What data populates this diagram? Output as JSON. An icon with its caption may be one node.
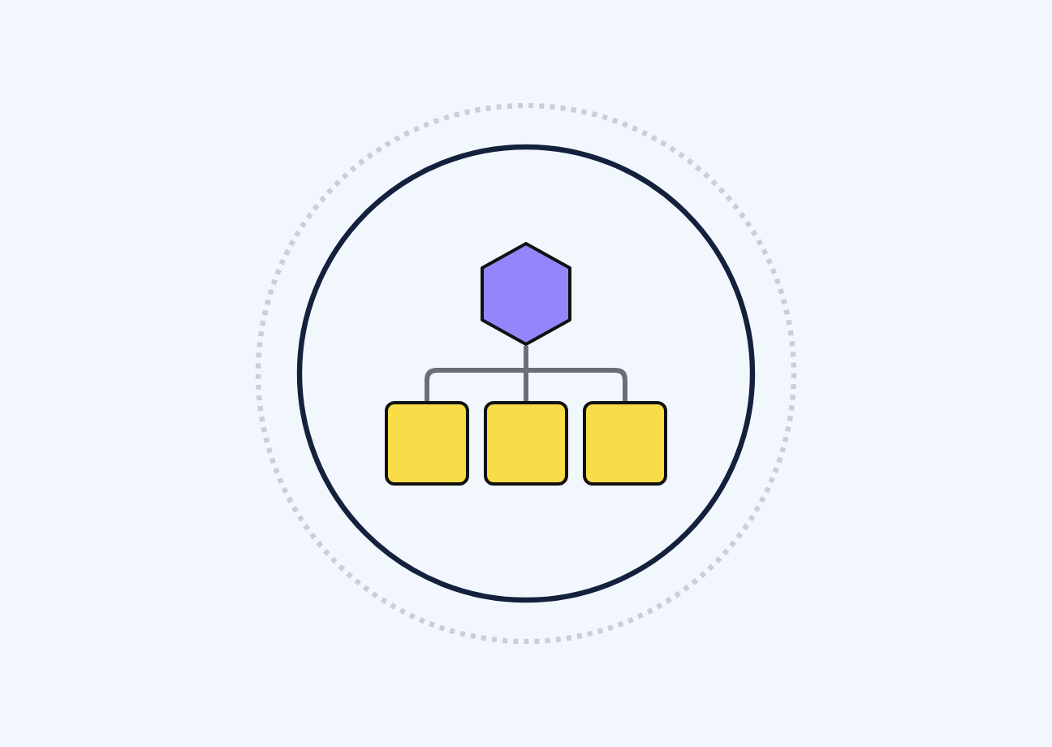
{
  "diagram": {
    "nodes": [
      {
        "text": [],
        "shape": "circle"
      },
      {
        "text": [],
        "shape": "hexagon",
        "in": 0
      },
      {
        "text": [],
        "shape": "box",
        "in": 0
      },
      {
        "text": [],
        "shape": "box",
        "in": 0
      },
      {
        "text": [],
        "shape": "box",
        "in": 0
      }
    ],
    "edges": [
      {
        "from": 1,
        "to": 2,
        "arrow": "none"
      },
      {
        "from": 1,
        "to": 3,
        "arrow": "none"
      },
      {
        "from": 1,
        "to": 4,
        "arrow": "none"
      }
    ]
  }
}
